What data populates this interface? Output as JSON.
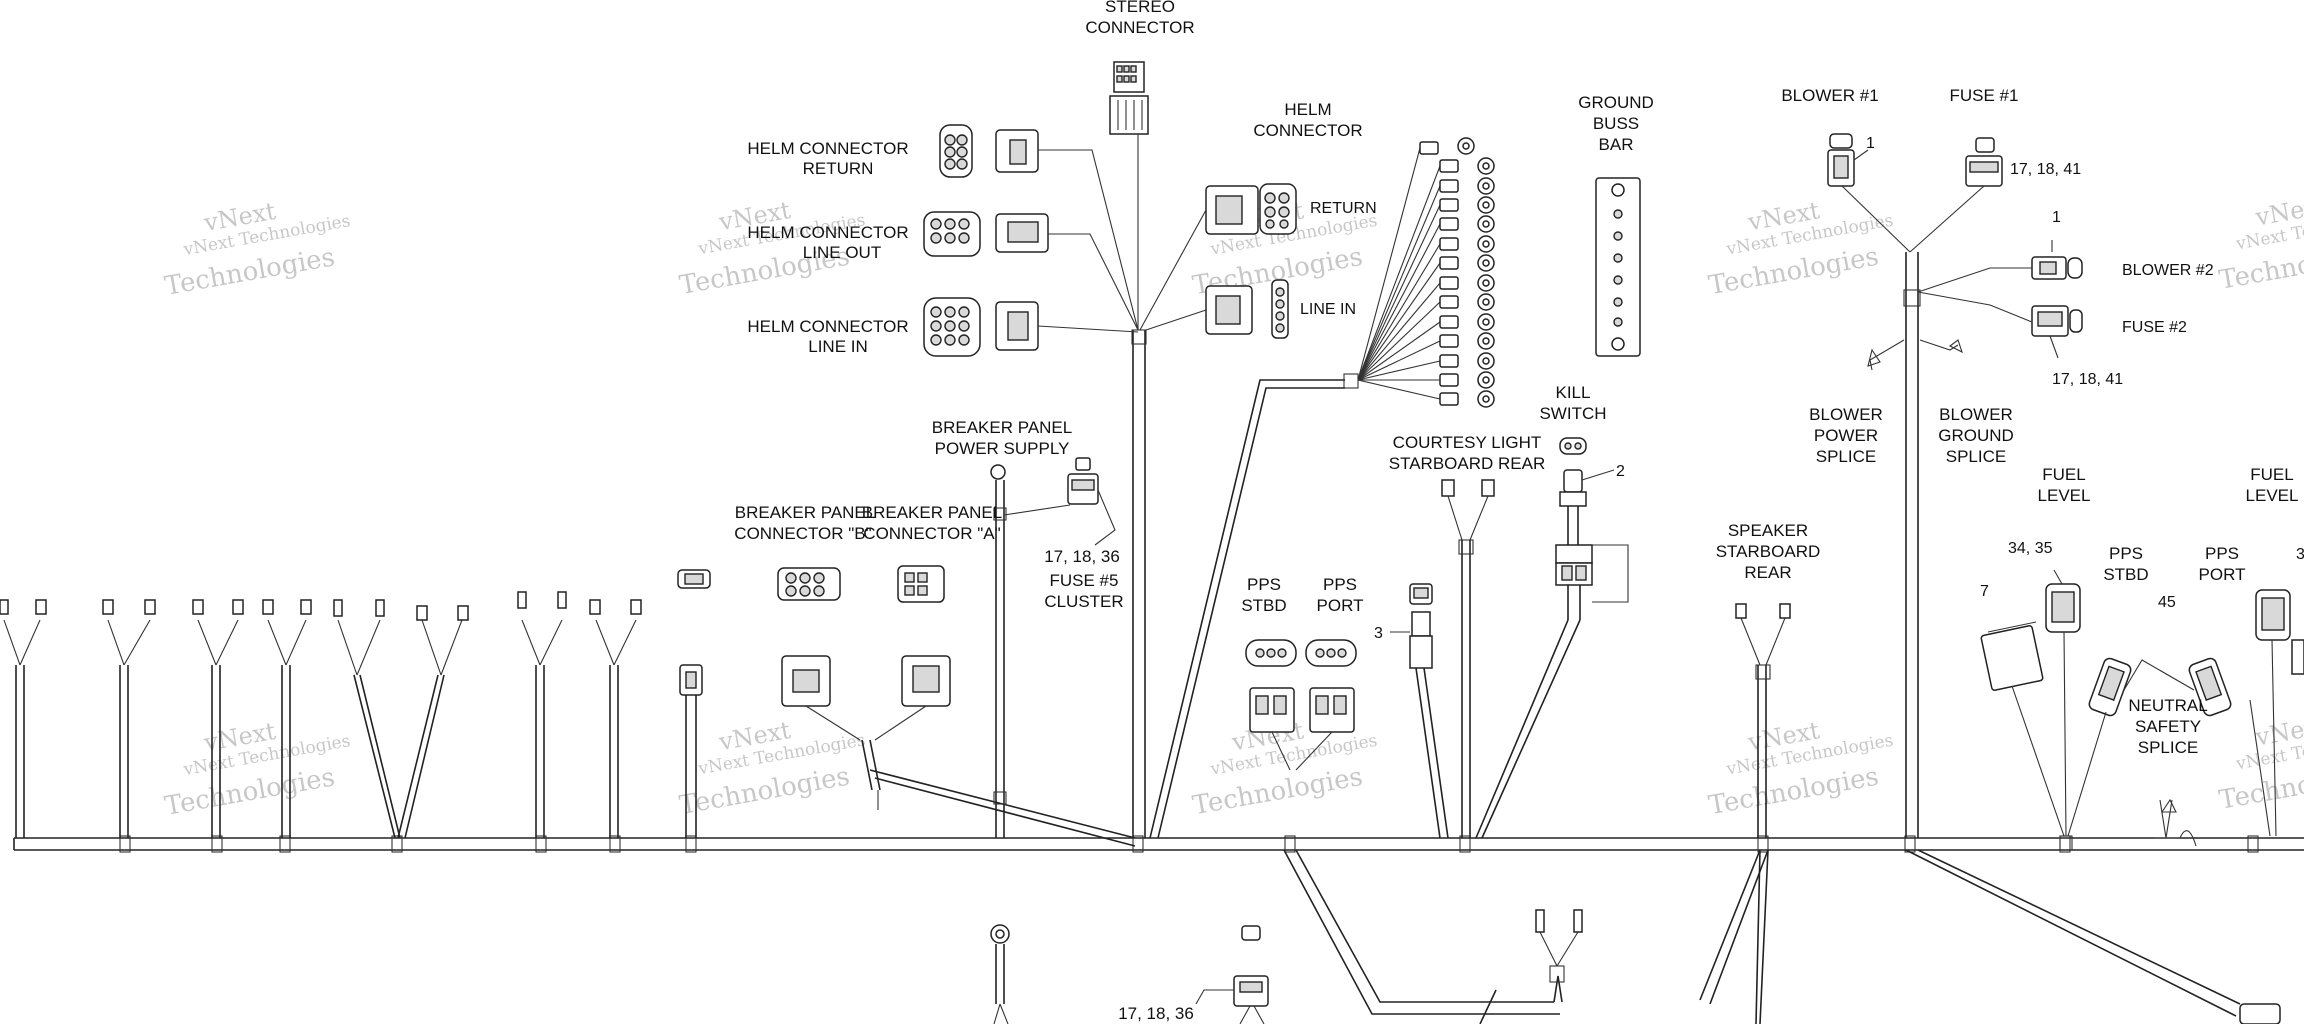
{
  "labels": {
    "stereo_connector": [
      "STEREO",
      "CONNECTOR"
    ],
    "helm_connector_return": [
      "HELM CONNECTOR",
      "RETURN"
    ],
    "helm_connector_line_out": [
      "HELM CONNECTOR",
      "LINE OUT"
    ],
    "helm_connector_line_in": [
      "HELM CONNECTOR",
      "LINE IN"
    ],
    "helm_connector": [
      "HELM",
      "CONNECTOR"
    ],
    "return": "RETURN",
    "line_in": "LINE IN",
    "ground_buss_bar": [
      "GROUND",
      "BUSS",
      "BAR"
    ],
    "kill_switch": [
      "KILL",
      "SWITCH"
    ],
    "blower_1": "BLOWER #1",
    "fuse_1": "FUSE #1",
    "blower_2": "BLOWER #2",
    "fuse_2": "FUSE #2",
    "blower_power_splice": [
      "BLOWER",
      "POWER",
      "SPLICE"
    ],
    "blower_ground_splice": [
      "BLOWER",
      "GROUND",
      "SPLICE"
    ],
    "breaker_panel_power_supply": [
      "BREAKER PANEL",
      "POWER SUPPLY"
    ],
    "breaker_panel_connector_b": [
      "BREAKER PANEL",
      "CONNECTOR \"B\""
    ],
    "breaker_panel_connector_a": [
      "BREAKER PANEL",
      "CONNECTOR \"A\""
    ],
    "fuse_5_cluster": [
      "17, 18, 36",
      "FUSE #5",
      "CLUSTER"
    ],
    "courtesy_light_starboard_rear": [
      "COURTESY LIGHT",
      "STARBOARD REAR"
    ],
    "pps_stbd_left": [
      "PPS",
      "STBD"
    ],
    "pps_port_left": [
      "PPS",
      "PORT"
    ],
    "speaker_starboard_rear": [
      "SPEAKER",
      "STARBOARD",
      "REAR"
    ],
    "fuel_level": [
      "FUEL",
      "LEVEL"
    ],
    "fuel_level_right": [
      "FUEL",
      "LEVEL"
    ],
    "pps_stbd_right": [
      "PPS",
      "STBD"
    ],
    "pps_port_right": [
      "PPS",
      "PORT"
    ],
    "neutral_safety_splice": [
      "NEUTRAL",
      "SAFETY",
      "SPLICE"
    ]
  },
  "callouts": {
    "blower1_num": "1",
    "fuse1_num": "17, 18, 41",
    "blower2_num": "1",
    "fuse2_num": "17, 18, 41",
    "kill_num": "2",
    "pps_num": "3",
    "fuel_num_a": "34, 35",
    "fuel_num_b": "7",
    "pps_right_num": "45",
    "fuel_right_num": "3",
    "bottom_fuse_num": "17, 18, 36"
  },
  "watermark": [
    "vNext Technologies",
    "vNext",
    "Technologies"
  ]
}
